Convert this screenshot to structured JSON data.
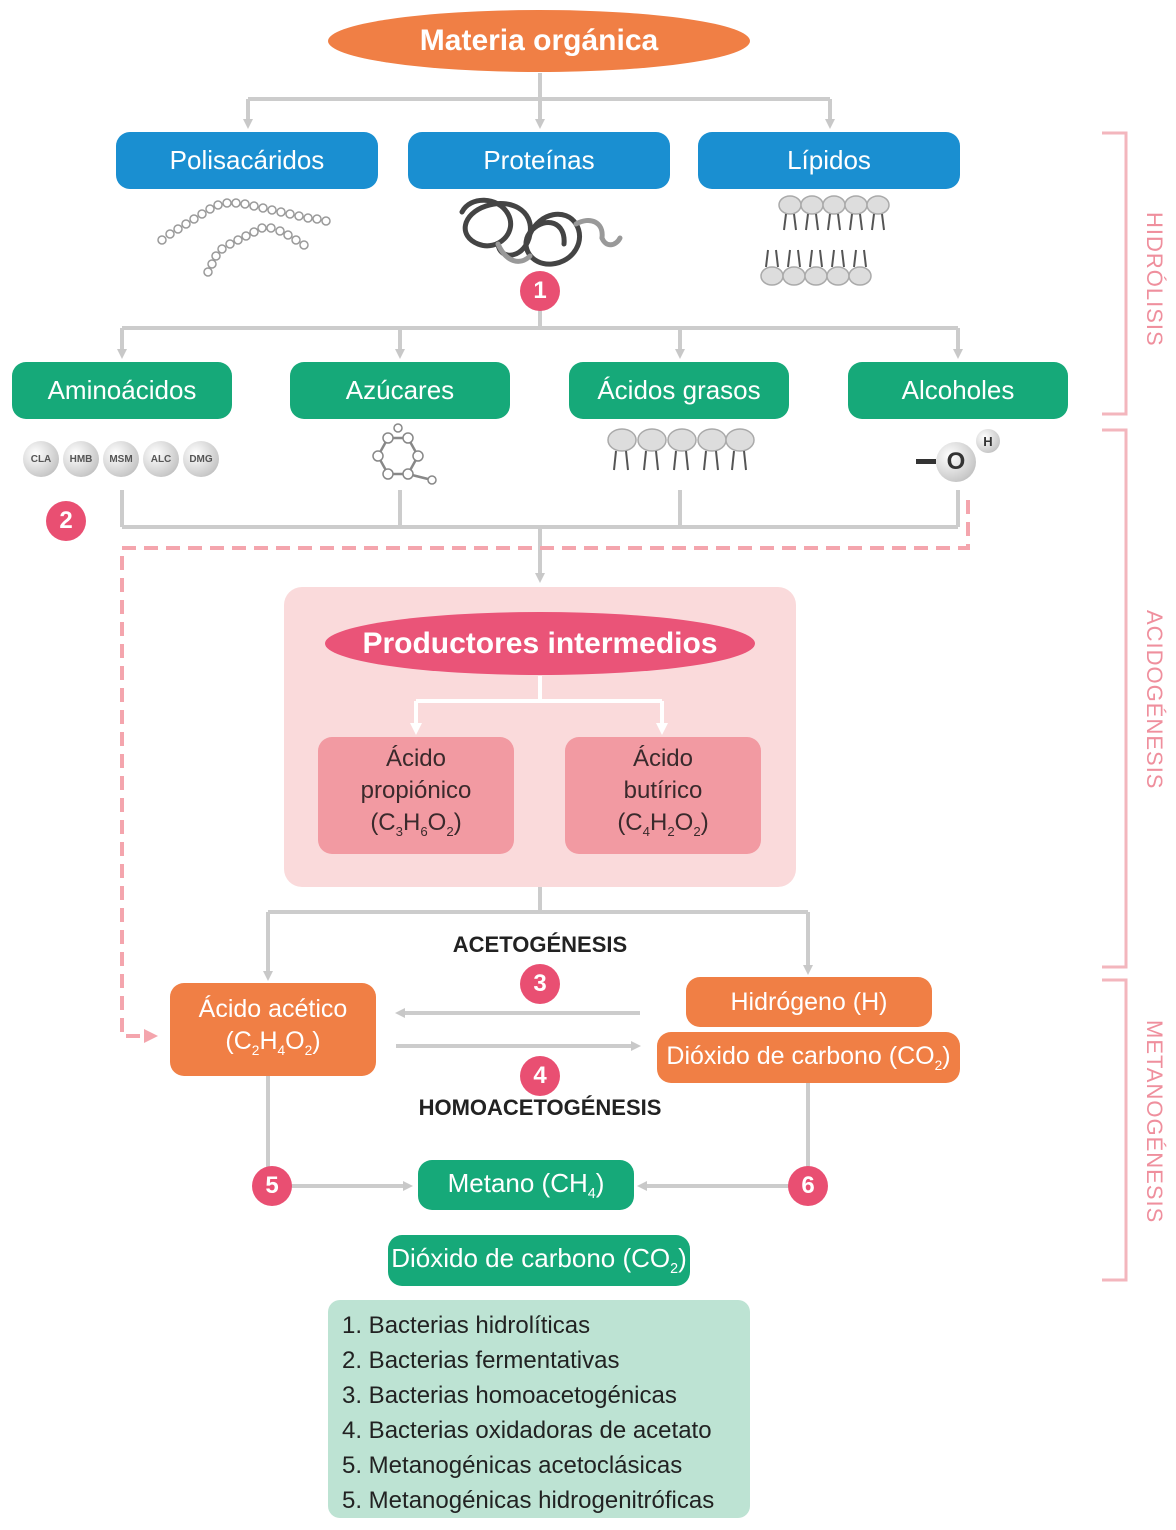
{
  "top": {
    "title": "Materia orgánica"
  },
  "macromolecules": [
    "Polisacáridos",
    "Proteínas",
    "Lípidos"
  ],
  "monomers": [
    "Aminoácidos",
    "Azúcares",
    "Ácidos grasos",
    "Alcoholes"
  ],
  "amino_tags": [
    "CLA",
    "HMB",
    "MSM",
    "ALC",
    "DMG"
  ],
  "alcohol_symbol": {
    "o": "O",
    "h": "H"
  },
  "intermediate": {
    "title": "Productores intermedios",
    "propionic": {
      "line1": "Ácido",
      "line2": "propiónico",
      "formula": "(C3H6O2)"
    },
    "butyric": {
      "line1": "Ácido",
      "line2": "butírico",
      "formula": "(C4H2O2)"
    }
  },
  "acetic": {
    "label": "Ácido acético",
    "formula": "(C2H4O2)"
  },
  "hydrogen": "Hidrógeno (H)",
  "co2_orange": "Dióxido de carbono (CO2)",
  "methane": "Metano (CH4)",
  "co2_green": "Dióxido de carbono (CO2)",
  "labels": {
    "acetogenesis": "ACETOGÉNESIS",
    "homoacetogenesis": "HOMOACETOGÉNESIS"
  },
  "badges": [
    "1",
    "2",
    "3",
    "4",
    "5",
    "6"
  ],
  "stages": [
    "HIDRÓLISIS",
    "ACIDOGÉNESIS",
    "METANOGÉNESIS"
  ],
  "legend": [
    "1. Bacterias hidrolíticas",
    "2. Bacterias fermentativas",
    "3. Bacterias homoacetogénicas",
    "4. Bacterias oxidadoras de acetato",
    "5. Metanogénicas acetoclásicas",
    "5. Metanogénicas hidrogenitróficas"
  ],
  "colors": {
    "blue": "#1a8fd1",
    "green": "#16a979",
    "orange": "#f07f45",
    "pink": "#ea5478",
    "badge": "#e94f72",
    "stage": "#ef8f9d"
  }
}
